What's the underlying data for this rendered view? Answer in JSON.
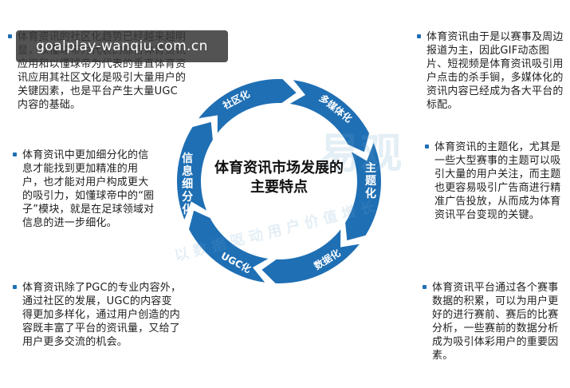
{
  "center": {
    "line1": "体育资讯市场发展的",
    "line2": "主要特点"
  },
  "segments": [
    "社区化",
    "多媒体化",
    "主题化",
    "数据化",
    "UGC化",
    "信息细分化"
  ],
  "notes": {
    "community": "体育资讯的社区化趋势已经越来越明显，以懂球帝为代表的综合体育资讯应用和以懂球帝为代表的垂直体育资讯应用其社区文化是吸引大量用户的关键因素，也是平台产生大量UGC内容的基础。",
    "multimedia": "体育资讯由于是以赛事及周边报道为主，因此GIF动态图片、短视频是体育资讯吸引用户点击的杀手锏，多媒体化的资讯内容已经成为各大平台的标配。",
    "theme": "体育资讯的主题化，尤其是一些大型赛事的主题可以吸引大量的用户关注，而主题也更容易吸引广告商进行精准广告投放，从而成为体育资讯平台变现的关键。",
    "segmentation": "体育资讯中更加细分化的信息才能找到更加精准的用户，也才能对用户构成更大的吸引力，如懂球帝中的“圈子”模块，就是在足球领域对信息的进一步细化。",
    "ugc": "体育资讯除了PGC的专业内容外，通过社区的发展，UGC的内容变得更加多样化，通过用户创造的内容既丰富了平台的资讯量，又给了用户更多交流的机会。",
    "data": "体育资讯平台通过各个赛事数据的积累，可以为用户更好的进行赛前、赛后的比赛分析，一些赛前的数据分析成为吸引体彩用户的重要因素。"
  },
  "banner": "goalplay-wanqiu.com.cn",
  "watermark": {
    "brand": "易观",
    "text": "以数据驱动用户价值增长"
  },
  "colors": {
    "ring": "#1f6fb4",
    "bullet": "#1f6fb4"
  }
}
